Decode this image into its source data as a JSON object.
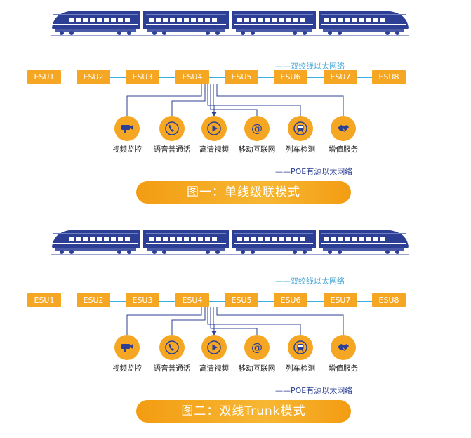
{
  "panels": [
    {
      "esus": [
        "ESU1",
        "ESU2",
        "ESU3",
        "ESU4",
        "ESU5",
        "ESU6",
        "ESU7",
        "ESU8"
      ],
      "twisted_legend": "——双绞线以太网络",
      "poe_legend": "——POE有源以太网络",
      "services": [
        {
          "label": "视频监控",
          "icon": "camera-icon"
        },
        {
          "label": "语音普通话",
          "icon": "phone-icon"
        },
        {
          "label": "高清视频",
          "icon": "play-icon"
        },
        {
          "label": "移动互联网",
          "icon": "at-icon"
        },
        {
          "label": "列车检测",
          "icon": "train-detect-icon"
        },
        {
          "label": "增值服务",
          "icon": "handshake-icon"
        }
      ],
      "caption": "图一：单线级联模式",
      "double_line": false
    },
    {
      "esus": [
        "ESU1",
        "ESU2",
        "ESU3",
        "ESU4",
        "ESU5",
        "ESU6",
        "ESU7",
        "ESU8"
      ],
      "twisted_legend": "——双绞线以太网络",
      "poe_legend": "——POE有源以太网络",
      "services": [
        {
          "label": "视频监控",
          "icon": "camera-icon"
        },
        {
          "label": "语音普通话",
          "icon": "phone-icon"
        },
        {
          "label": "高清视频",
          "icon": "play-icon"
        },
        {
          "label": "移动互联网",
          "icon": "at-icon"
        },
        {
          "label": "列车检测",
          "icon": "train-detect-icon"
        },
        {
          "label": "增值服务",
          "icon": "handshake-icon"
        }
      ],
      "caption": "图二：双线Trunk模式",
      "double_line": true
    }
  ],
  "colors": {
    "accent": "#f5a623",
    "train": "#2c3f94",
    "network": "#39b0e0",
    "wire": "#2c3f94"
  }
}
